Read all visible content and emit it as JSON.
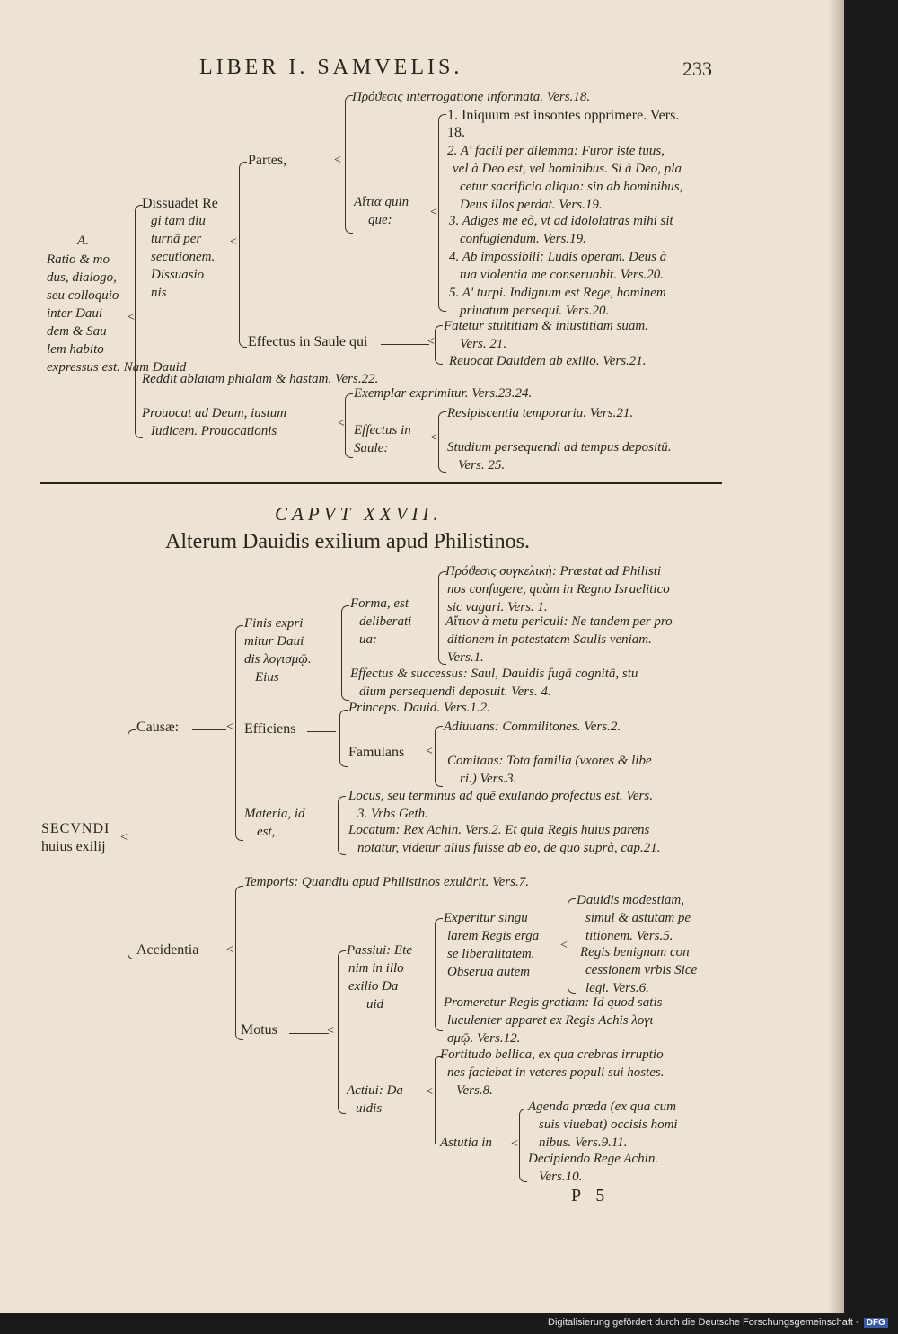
{
  "header": {
    "running_title": "LIBER I. SAMVELIS.",
    "page_number": "233"
  },
  "upper": {
    "root_label": "A.",
    "root_lines": [
      "Ratio & mo",
      "dus, dialogo,",
      "seu colloquio",
      "inter Daui",
      "dem & Sau",
      "lem habito",
      "expressus est. Nam Dauid"
    ],
    "dissuadet_lines": [
      "Dissuadet Re",
      "gi tam diu",
      "turnā per",
      "secutionem.",
      "Dissuasio",
      "nis"
    ],
    "partes_label": "Partes,",
    "prosis": "Πρόϑεσις interrogatione informata. Vers.18.",
    "aitia_lines": [
      "Αἴτια quin",
      "que:"
    ],
    "causes": [
      [
        "1. Iniquum est insontes opprimere. Vers.",
        "18."
      ],
      [
        "2. A' facili per dilemma: Furor iste tuus,",
        "vel à Deo est, vel hominibus. Si à Deo, pla",
        "cetur sacrificio aliquo: sin ab hominibus,",
        "Deus illos perdat. Vers.19."
      ],
      [
        "3. Adiges me eò, vt ad idololatras mihi sit",
        "confugiendum. Vers.19."
      ],
      [
        "4. Ab impossibili: Ludis operam. Deus à",
        "tua violentia me conseruabit. Vers.20."
      ],
      [
        "5. A' turpi. Indignum est Rege, hominem",
        "priuatum persequi. Vers.20."
      ]
    ],
    "effectus_label": "Effectus in Saule qui",
    "fatetur_lines": [
      "Fatetur stultitiam & iniustitiam suam.",
      "Vers. 21."
    ],
    "reuocat": "Reuocat Dauidem ab exilio. Vers.21.",
    "reddit": "Reddit ablatam phialam & hastam. Vers.22.",
    "prouocat_lines": [
      "Prouocat ad Deum, iustum",
      "Iudicem. Prouocationis"
    ],
    "exemplar": "Exemplar exprimitur. Vers.23.24.",
    "effectus2_lines": [
      "Effectus in",
      "Saule:"
    ],
    "resipiscentia": "Resipiscentia temporaria. Vers.21.",
    "studium_lines": [
      "Studium persequendi ad tempus depositū.",
      "Vers. 25."
    ]
  },
  "chapter": {
    "number": "CAPVT XXVII.",
    "title": "Alterum Dauidis exilium apud Philistinos."
  },
  "lower": {
    "root_lines": [
      "SECVNDI",
      "huius exilij"
    ],
    "causae_label": "Causæ:",
    "finis_lines": [
      "Finis expri",
      "mitur Daui",
      "dis λογισμῷ.",
      "Eius"
    ],
    "forma_lines": [
      "Forma, est",
      "deliberati",
      "ua:"
    ],
    "prosis_lines": [
      "Πρόϑεσις συγκελικὴ: Præstat ad Philisti",
      "nos confugere, quàm in Regno Israelitico",
      "sic vagari. Vers. 1."
    ],
    "aition_lines": [
      "Αἴτιον à metu periculi: Ne tandem per pro",
      "ditionem in potestatem Saulis veniam.",
      "Vers.1."
    ],
    "effectus_lines": [
      "Effectus & successus: Saul, Dauidis fugā cognitā, stu",
      "dium persequendi deposuit. Vers. 4."
    ],
    "efficiens_label": "Efficiens",
    "princeps": "Princeps. Dauid. Vers.1.2.",
    "famulans_label": "Famulans",
    "adiuuans": "Adiuuans: Commilitones. Vers.2.",
    "comitans_lines": [
      "Comitans: Tota familia (vxores & libe",
      "ri.) Vers.3."
    ],
    "materia_lines": [
      "Materia, id",
      "est,"
    ],
    "locus_lines": [
      "Locus, seu terminus ad quē exulando profectus est. Vers.",
      "3. Vrbs Geth."
    ],
    "locatum_lines": [
      "Locatum: Rex Achin. Vers.2. Et quia Regis huius parens",
      "notatur, videtur alius fuisse ab eo, de quo suprà, cap.21."
    ],
    "accidentia_label": "Accidentia",
    "temporis": "Temporis: Quandiu apud Philistinos exulārit. Vers.7.",
    "motus_label": "Motus",
    "passiui_lines": [
      "Passiui: Ete",
      "nim in illo",
      "exilio Da",
      "uid"
    ],
    "experitur_lines": [
      "Experitur singu",
      "larem Regis erga",
      "se liberalitatem.",
      "Obserua autem"
    ],
    "modestiam_lines": [
      "Dauidis modestiam,",
      "simul & astutam pe",
      "titionem. Vers.5."
    ],
    "benignam_lines": [
      "Regis benignam con",
      "cessionem vrbis Sice",
      "legi. Vers.6."
    ],
    "promeretur_lines": [
      "Promeretur Regis gratiam: Id quod satis",
      "luculenter apparet ex Regis Achis λογι",
      "σμῷ. Vers.12."
    ],
    "actiui_lines": [
      "Actiui: Da",
      "uidis"
    ],
    "fortitudo_lines": [
      "Fortitudo bellica, ex qua crebras irruptio",
      "nes faciebat in veteres populi sui hostes.",
      "Vers.8."
    ],
    "astutia_label": "Astutia in",
    "agenda_lines": [
      "Agenda præda (ex qua cum",
      "suis viuebat) occisis homi",
      "nibus. Vers.9.11."
    ],
    "decipiendo_lines": [
      "Decipiendo Rege Achin.",
      "Vers.10."
    ]
  },
  "footer_page": {
    "signature": "P 5"
  },
  "credit": {
    "text": "Digitalisierung gefördert durch die Deutsche Forschungsgemeinschaft -",
    "logo": "DFG"
  }
}
